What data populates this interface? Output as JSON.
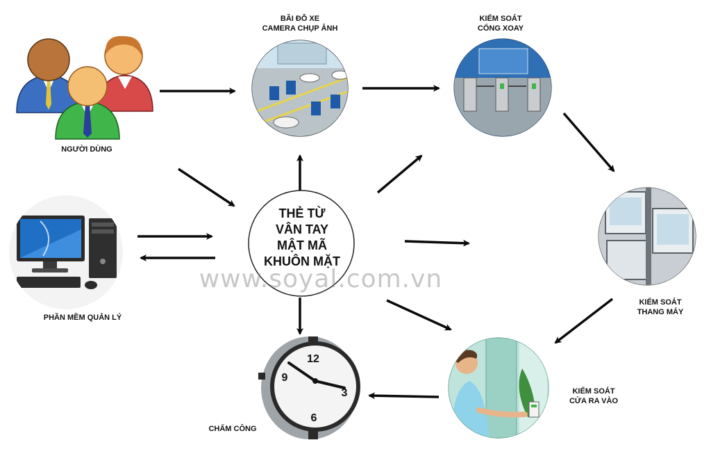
{
  "center": {
    "lines": [
      "THẺ TỪ",
      "VÂN TAY",
      "MẬT MÃ",
      "KHUÔN MẶT"
    ]
  },
  "nodes": {
    "users": [
      "NGƯỜI DÙNG"
    ],
    "parking": [
      "BÃI ĐỖ XE",
      "CAMERA CHỤP ẢNH"
    ],
    "turnstile": [
      "KIỂM SOÁT",
      "CỔNG XOAY"
    ],
    "elevator": [
      "KIỂM SOÁT",
      "THANG MÁY"
    ],
    "door": [
      "KIỂM SOÁT",
      "CỬA RA VÀO"
    ],
    "attendance": [
      "CHẤM CÔNG"
    ],
    "software": [
      "PHẦN MỀM QUẢN LÝ"
    ]
  },
  "watermark": "www.soyal.com.vn",
  "colors": {
    "arrow": "#0a0a0a",
    "label": "#111111",
    "watermark": "#8a8a8a"
  },
  "icons": {
    "users": "people-icon",
    "parking": "parking-lot-icon",
    "turnstile": "turnstile-icon",
    "elevator": "elevator-icon",
    "door": "door-access-icon",
    "attendance": "wall-clock-icon",
    "software": "computer-icon"
  }
}
